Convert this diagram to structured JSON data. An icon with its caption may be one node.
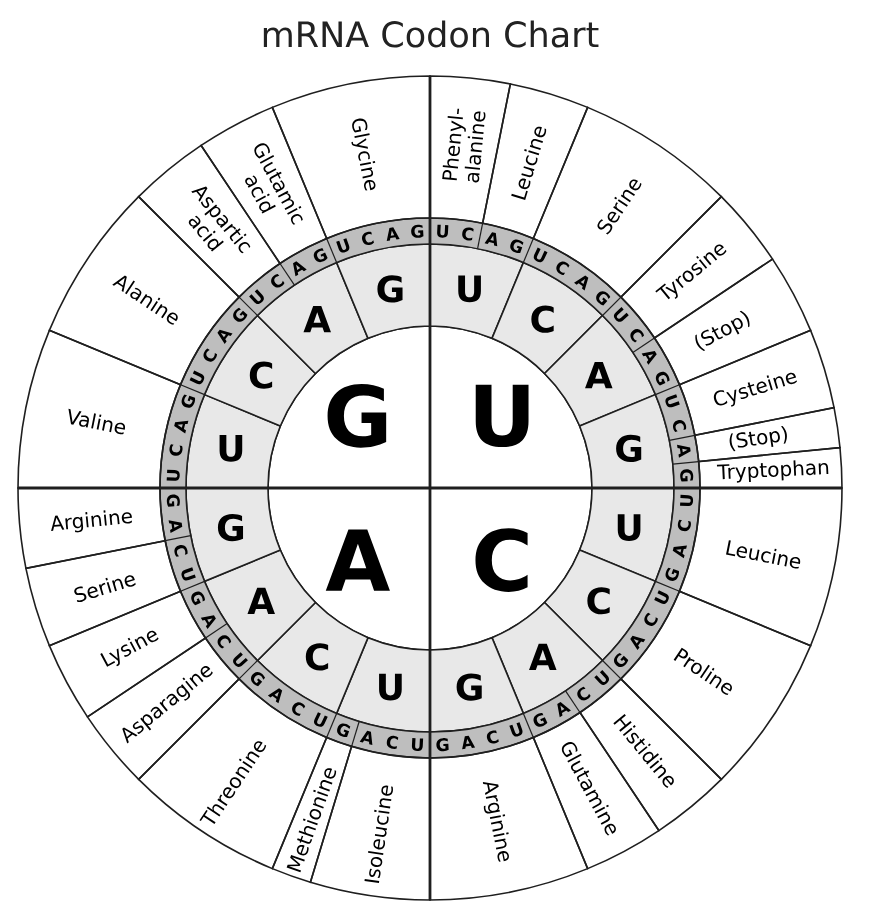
{
  "diagram": {
    "title": "mRNA Codon Chart",
    "nodes": [
      {
        "text": [
          "G"
        ]
      },
      {
        "text": [
          "U"
        ]
      },
      {
        "text": [
          "A"
        ]
      },
      {
        "text": [
          "C"
        ]
      },
      {
        "text": [
          "U"
        ]
      },
      {
        "text": [
          "C"
        ]
      },
      {
        "text": [
          "A"
        ]
      },
      {
        "text": [
          "G"
        ]
      },
      {
        "text": [
          "U"
        ]
      },
      {
        "text": [
          "C"
        ]
      },
      {
        "text": [
          "A"
        ]
      },
      {
        "text": [
          "G"
        ]
      },
      {
        "text": [
          "U"
        ]
      },
      {
        "text": [
          "C"
        ]
      },
      {
        "text": [
          "A"
        ]
      },
      {
        "text": [
          "G"
        ]
      },
      {
        "text": [
          "U"
        ]
      },
      {
        "text": [
          "C"
        ]
      },
      {
        "text": [
          "A"
        ]
      },
      {
        "text": [
          "G"
        ]
      },
      {
        "text": [
          "Phenyl- alanine"
        ]
      },
      {
        "text": [
          "Leucine"
        ]
      },
      {
        "text": [
          "Serine"
        ]
      },
      {
        "text": [
          "Tyrosine"
        ]
      },
      {
        "text": [
          "(Stop)"
        ]
      },
      {
        "text": [
          "Cysteine"
        ]
      },
      {
        "text": [
          "(Stop)"
        ]
      },
      {
        "text": [
          "Tryptophan"
        ]
      },
      {
        "text": [
          "Leucine"
        ]
      },
      {
        "text": [
          "Proline"
        ]
      },
      {
        "text": [
          "Histidine"
        ]
      },
      {
        "text": [
          "Glutamine"
        ]
      },
      {
        "text": [
          "Arginine"
        ]
      },
      {
        "text": [
          "Isoleucine"
        ]
      },
      {
        "text": [
          "Methionine"
        ]
      },
      {
        "text": [
          "Threonine"
        ]
      },
      {
        "text": [
          "Asparagine"
        ]
      },
      {
        "text": [
          "Lysine"
        ]
      },
      {
        "text": [
          "Serine"
        ]
      },
      {
        "text": [
          "Arginine"
        ]
      },
      {
        "text": [
          "Valine"
        ]
      },
      {
        "text": [
          "Alanine"
        ]
      },
      {
        "text": [
          "Aspartic acid"
        ]
      },
      {
        "text": [
          "Glutamic acid"
        ]
      },
      {
        "text": [
          "Glycine"
        ]
      }
    ],
    "labels": [
      "U",
      "C",
      "A",
      "G",
      "U",
      "C",
      "A",
      "G",
      "U",
      "C",
      "A",
      "G",
      "U",
      "C",
      "A",
      "G",
      "U",
      "C",
      "A",
      "G",
      "U",
      "C",
      "A",
      "G",
      "U",
      "C",
      "A",
      "G",
      "U",
      "C",
      "A",
      "G",
      "U",
      "C",
      "A",
      "G",
      "U",
      "C",
      "A",
      "G",
      "U",
      "C",
      "A",
      "G",
      "U",
      "C",
      "A",
      "G",
      "U",
      "C",
      "A",
      "G",
      "U",
      "C",
      "A",
      "G",
      "U",
      "C",
      "A",
      "G",
      "U",
      "C",
      "A",
      "G"
    ]
  }
}
